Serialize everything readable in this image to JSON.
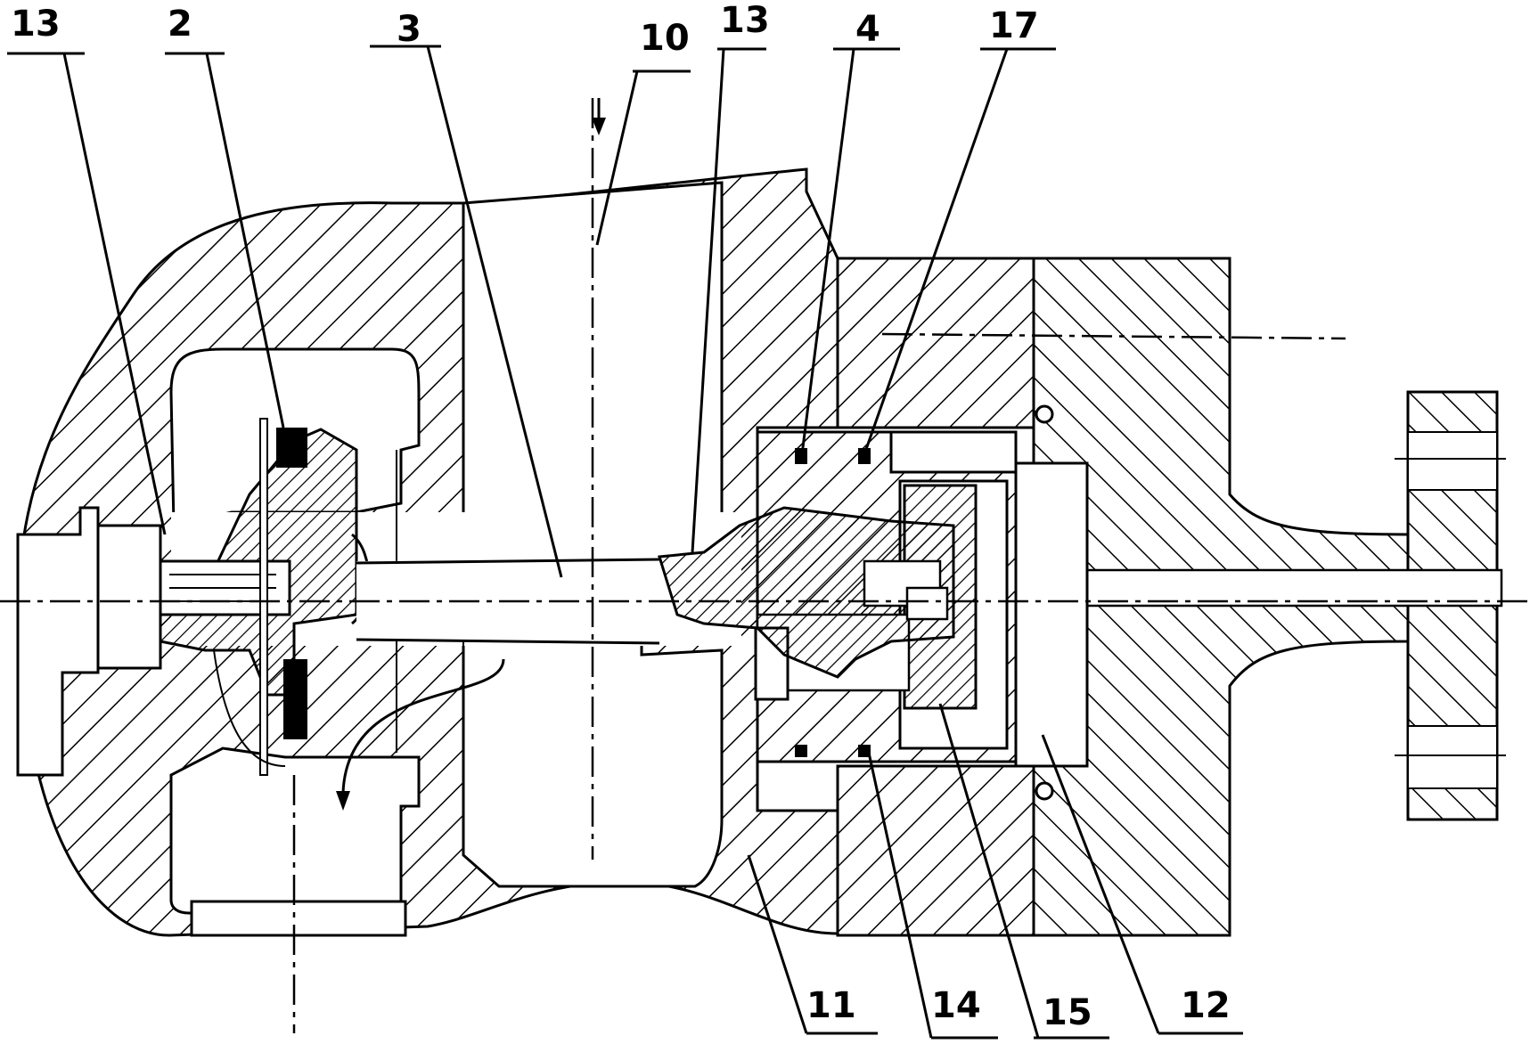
{
  "figure": {
    "labels": {
      "l13a": "13",
      "l2": "2",
      "l3": "3",
      "l10": "10",
      "l13b": "13",
      "l4": "4",
      "l17": "17",
      "l11": "11",
      "l14": "14",
      "l15": "15",
      "l12": "12"
    }
  }
}
